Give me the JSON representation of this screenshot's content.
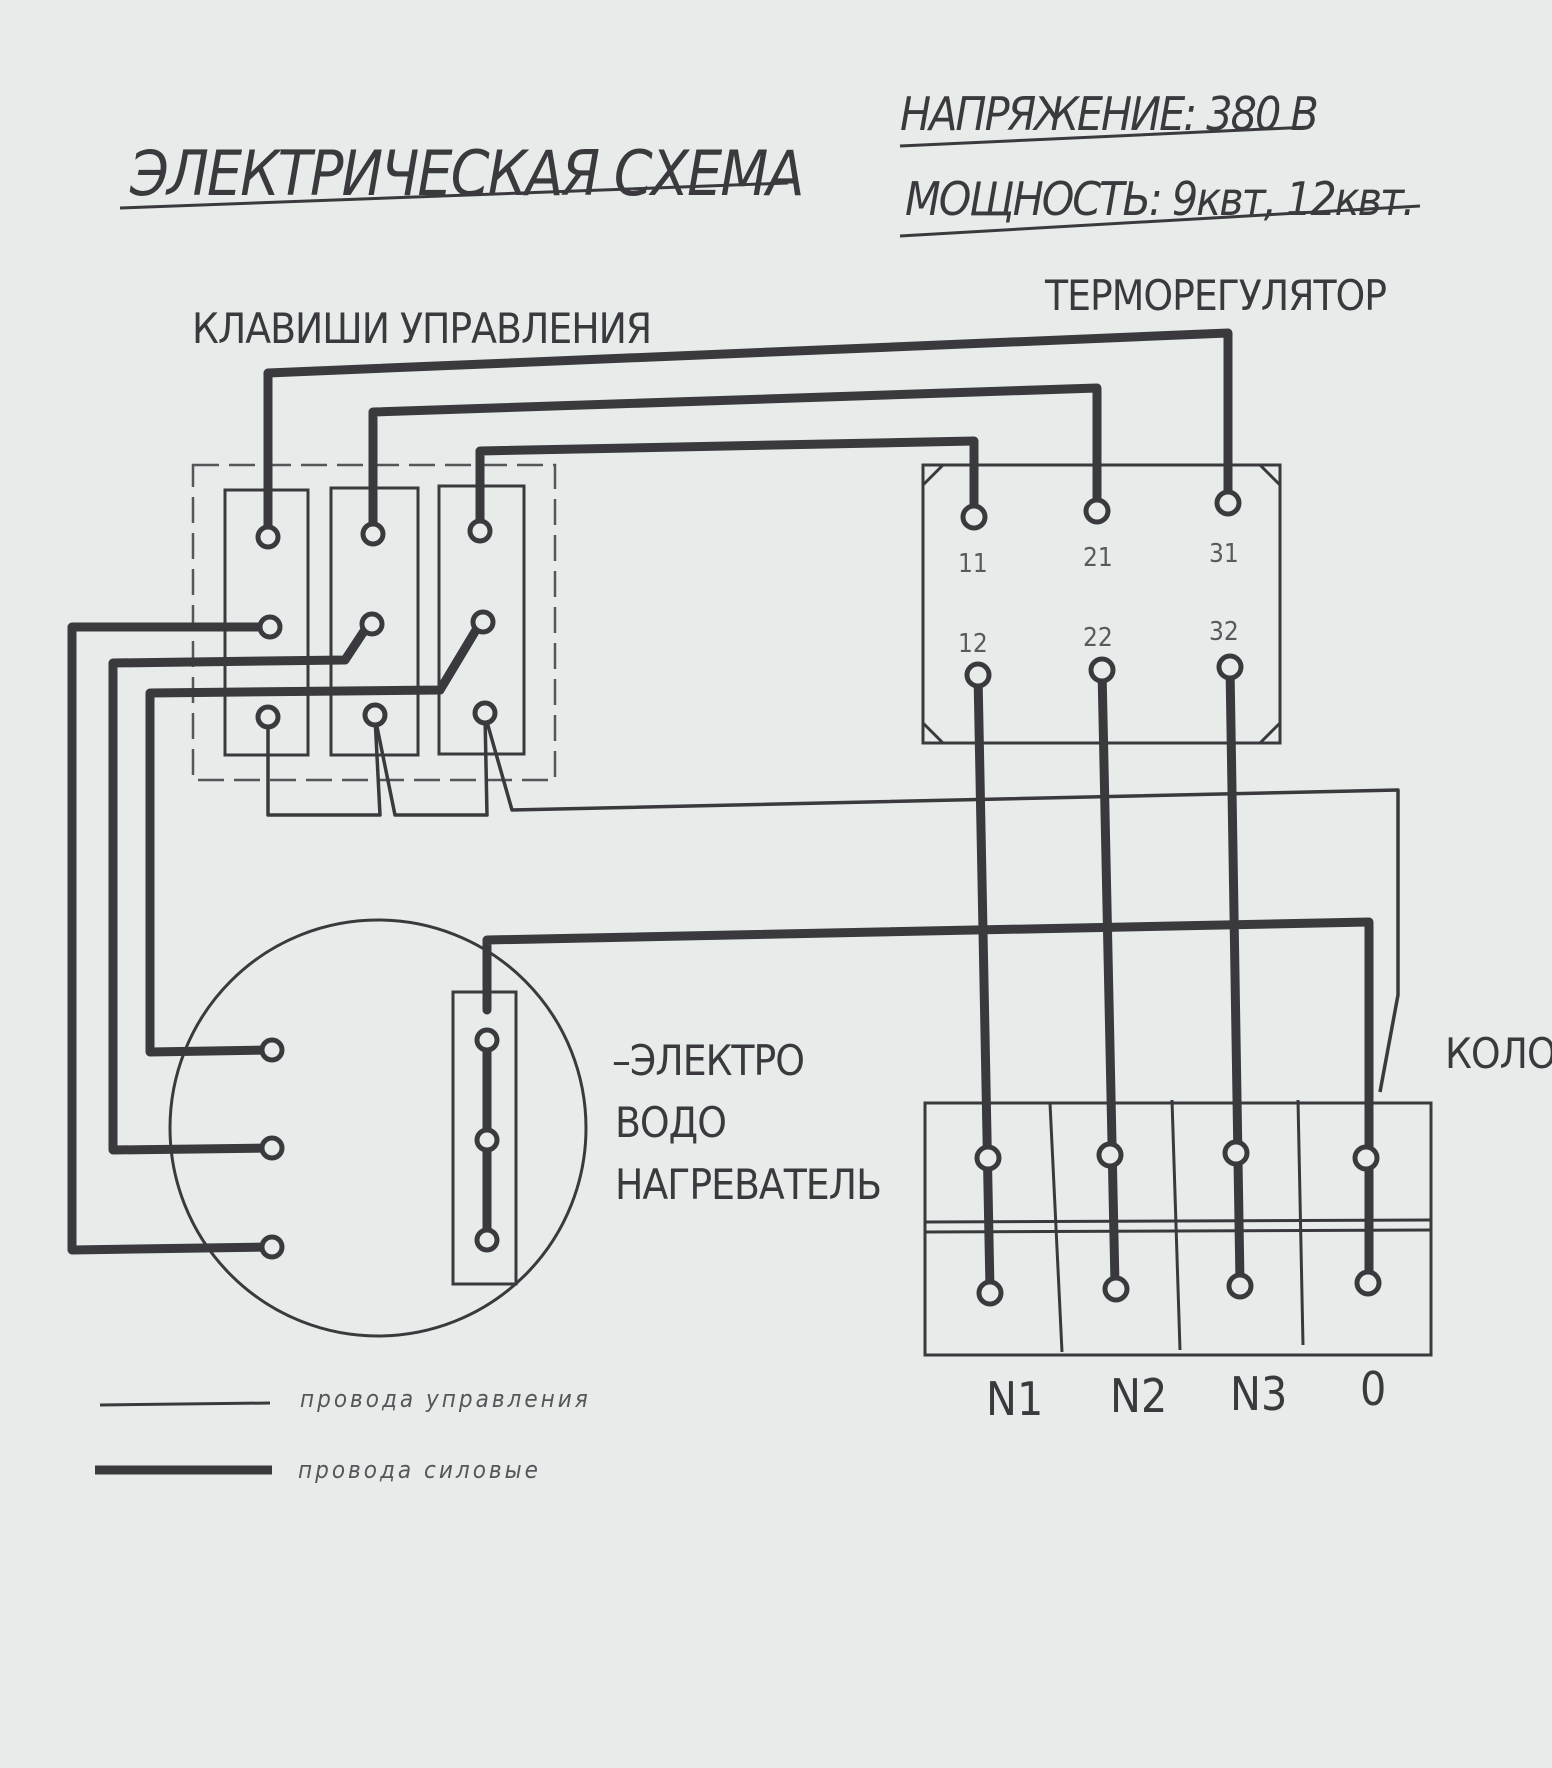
{
  "title": "ЭЛЕКТРИЧЕСКАЯ СХЕМА",
  "specs": {
    "voltage": "НАПРЯЖЕНИЕ: 380 В",
    "power": "МОЩНОСТЬ: 9квт, 12квт."
  },
  "labels": {
    "control_keys": "КЛАВИШИ УПРАВЛЕНИЯ",
    "thermostat": "ТЕРМОРЕГУЛЯТОР",
    "heater_line1": "–ЭЛЕКТРО",
    "heater_line2": "ВОДО",
    "heater_line3": "НАГРЕВАТЕЛЬ",
    "terminal_block_cut": "КОЛО"
  },
  "thermostat_terminals": {
    "top": [
      "11",
      "21",
      "31"
    ],
    "bottom": [
      "12",
      "22",
      "32"
    ]
  },
  "terminal_block": {
    "columns": [
      "N1",
      "N2",
      "N3",
      "0"
    ]
  },
  "legend": {
    "control_wires": "провода управления",
    "power_wires": "провода силовые"
  }
}
